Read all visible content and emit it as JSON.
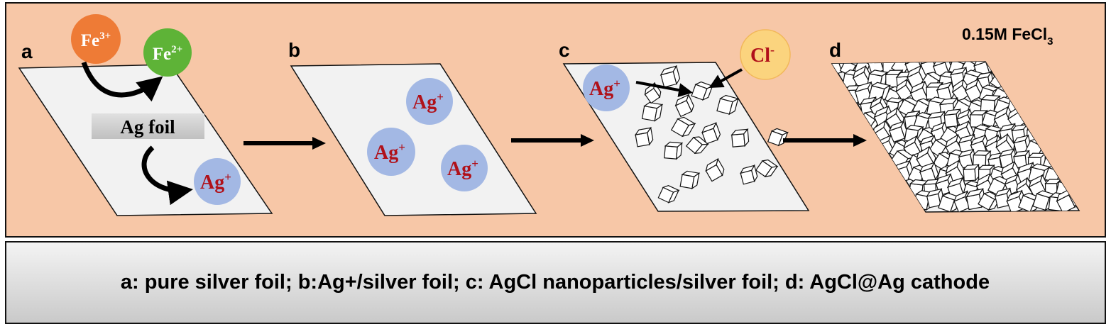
{
  "panel_background": "#f7c7a7",
  "caption_background": "#d0d0d0",
  "condition": {
    "main": "0.15M FeCl",
    "sub": "3"
  },
  "panel_labels": {
    "a": "a",
    "b": "b",
    "c": "c",
    "d": "d"
  },
  "ions": {
    "fe3": {
      "base": "Fe",
      "sup": "3+",
      "color": "#ee7b36"
    },
    "fe2": {
      "base": "Fe",
      "sup": "2+",
      "color": "#5eb337"
    },
    "ag": {
      "base": "Ag",
      "sup": "+",
      "color": "#a3b8e4",
      "text_color": "#b0111a"
    },
    "cl": {
      "base": "Cl",
      "sup": "-",
      "color": "#fbd47e",
      "text_color": "#b0111a"
    }
  },
  "foil_label": "Ag foil",
  "caption": "a: pure silver foil; b:Ag+/silver foil; c: AgCl nanoparticles/silver foil; d: AgCl@Ag cathode"
}
